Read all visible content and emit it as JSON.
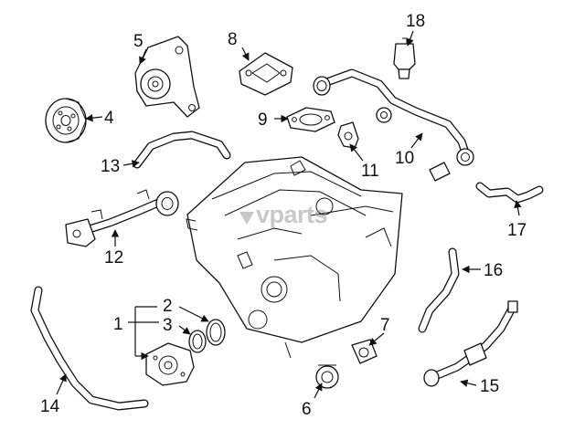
{
  "watermark": {
    "text": "vparts"
  },
  "callouts": [
    "1",
    "2",
    "3",
    "4",
    "5",
    "6",
    "7",
    "8",
    "9",
    "10",
    "11",
    "12",
    "13",
    "14",
    "15",
    "16",
    "17",
    "18"
  ]
}
